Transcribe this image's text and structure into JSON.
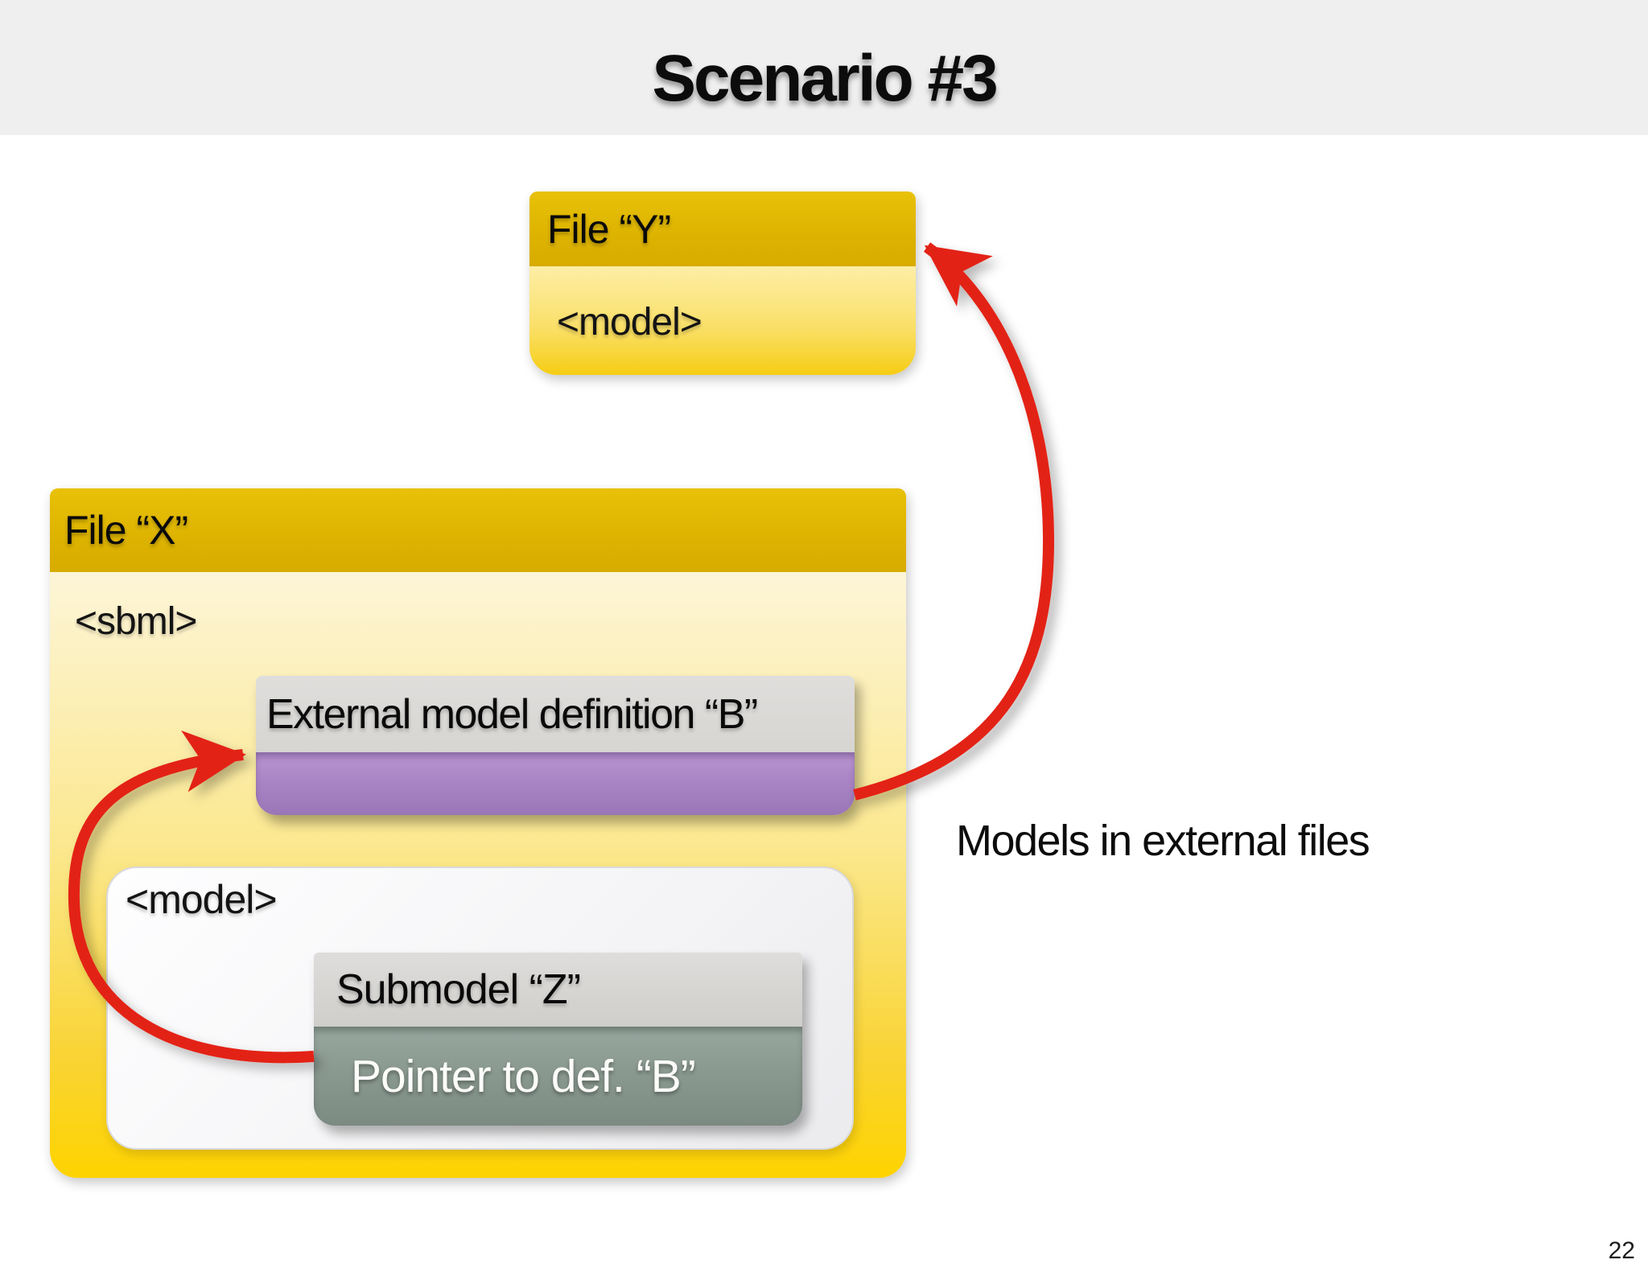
{
  "slide": {
    "title": "Scenario #3",
    "caption": "Models in external files",
    "page_number": "22"
  },
  "file_y": {
    "title": "File “Y”",
    "tag": "<model>"
  },
  "file_x": {
    "title": "File “X”",
    "tag": "<sbml>",
    "external_definition": {
      "title": "External model definition “B”"
    },
    "model": {
      "tag": "<model>",
      "submodel": {
        "title": "Submodel “Z”",
        "pointer": "Pointer to def. “B”"
      }
    }
  },
  "arrows": {
    "definition_to_file_y": "external model definition “B” → File “Y”",
    "pointer_to_definition": "Pointer to def. “B” → external model definition “B”"
  },
  "colors": {
    "arrow_red": "#e32413",
    "gold_header": "#ddb300",
    "file_yellow": "#f9d434",
    "purple_body": "#aa85c6",
    "slate_green_body": "#89988f",
    "gray_header": "#d6d5d2",
    "title_band_gray": "#efefef"
  }
}
